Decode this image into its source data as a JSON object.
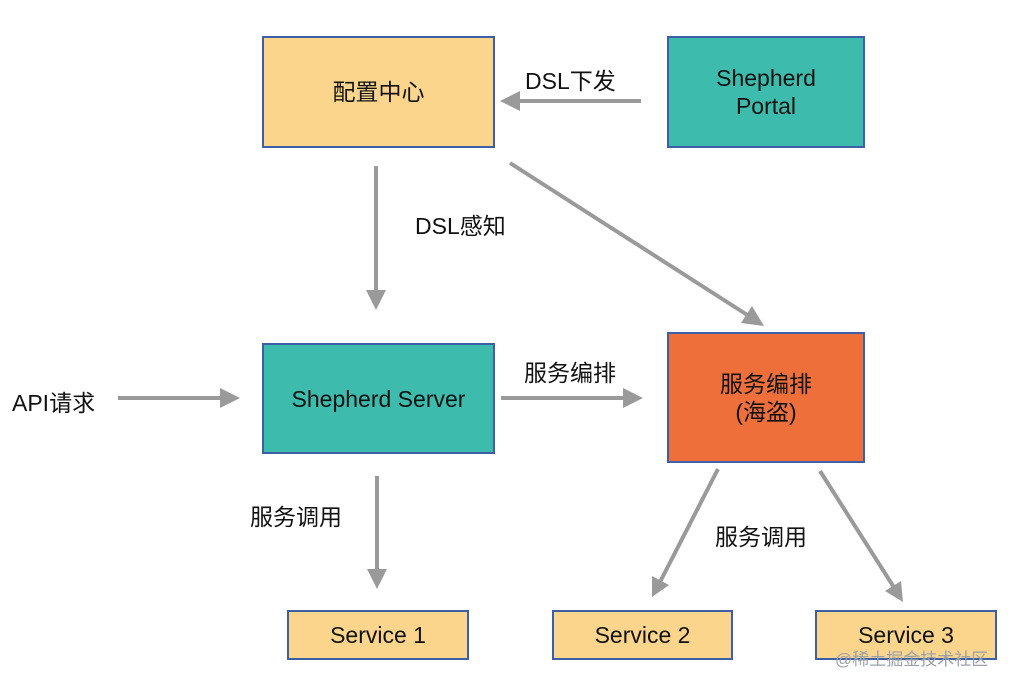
{
  "nodes": {
    "config_center": "配置中心",
    "portal": "Shepherd\nPortal",
    "server": "Shepherd Server",
    "orchestration": "服务编排\n(海盗)",
    "service1": "Service 1",
    "service2": "Service 2",
    "service3": "Service 3"
  },
  "edge_labels": {
    "dsl_push": "DSL下发",
    "dsl_sense": "DSL感知",
    "api_request": "API请求",
    "orchestrate": "服务编排",
    "invoke_left": "服务调用",
    "invoke_right": "服务调用"
  },
  "watermark": "@稀土掘金技术社区",
  "colors": {
    "box_yellow": "#fbd58c",
    "box_teal": "#3dbcad",
    "box_orange": "#ef6f3a",
    "box_border": "#3d5fa8",
    "arrow": "#9a9a9a"
  }
}
